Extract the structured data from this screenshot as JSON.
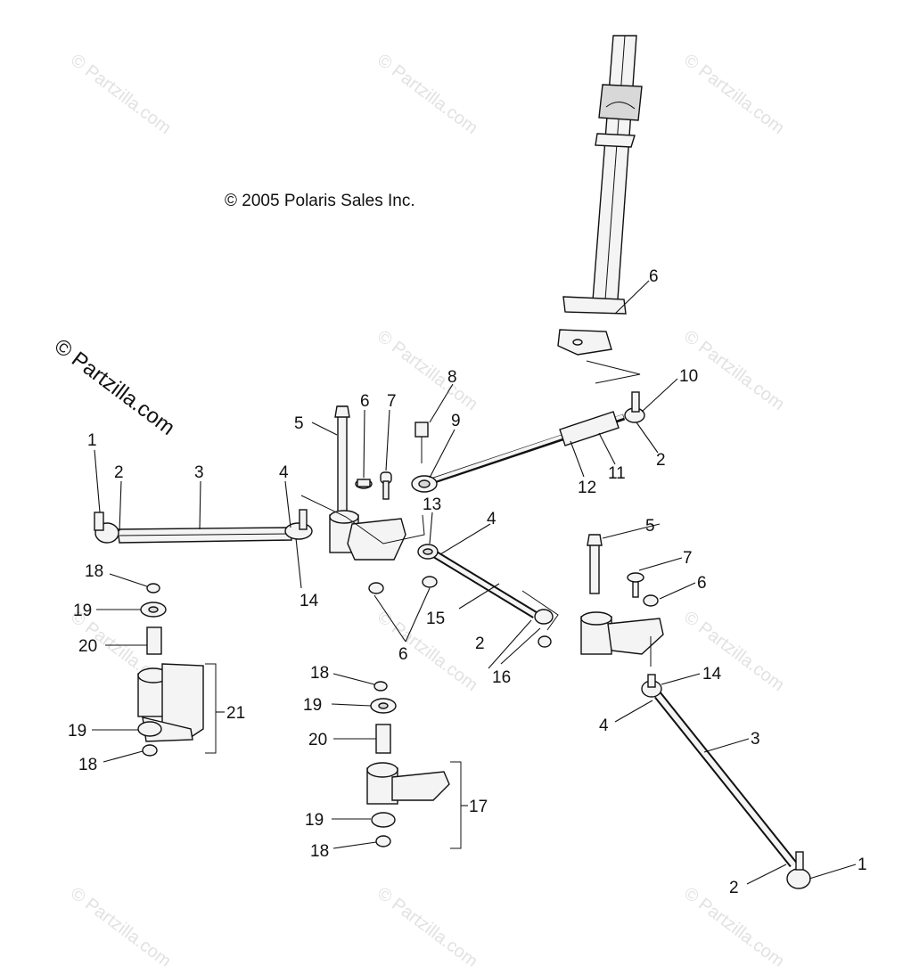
{
  "copyright": "© 2005 Polaris Sales Inc.",
  "logo_text": "© Partzilla.com",
  "watermark_text": "© Partzilla.com",
  "callouts": [
    {
      "id": "c1a",
      "label": "1"
    },
    {
      "id": "c2a",
      "label": "2"
    },
    {
      "id": "c3a",
      "label": "3"
    },
    {
      "id": "c4a",
      "label": "4"
    },
    {
      "id": "c5a",
      "label": "5"
    },
    {
      "id": "c6a",
      "label": "6"
    },
    {
      "id": "c7a",
      "label": "7"
    },
    {
      "id": "c8",
      "label": "8"
    },
    {
      "id": "c9",
      "label": "9"
    },
    {
      "id": "c6top",
      "label": "6"
    },
    {
      "id": "c10",
      "label": "10"
    },
    {
      "id": "c2b",
      "label": "2"
    },
    {
      "id": "c11",
      "label": "11"
    },
    {
      "id": "c12",
      "label": "12"
    },
    {
      "id": "c13",
      "label": "13"
    },
    {
      "id": "c4b",
      "label": "4"
    },
    {
      "id": "c14a",
      "label": "14"
    },
    {
      "id": "c15",
      "label": "15"
    },
    {
      "id": "c2c",
      "label": "2"
    },
    {
      "id": "c16",
      "label": "16"
    },
    {
      "id": "c6b",
      "label": "6"
    },
    {
      "id": "c5b",
      "label": "5"
    },
    {
      "id": "c7b",
      "label": "7"
    },
    {
      "id": "c6c",
      "label": "6"
    },
    {
      "id": "c14b",
      "label": "14"
    },
    {
      "id": "c4c",
      "label": "4"
    },
    {
      "id": "c3b",
      "label": "3"
    },
    {
      "id": "c1b",
      "label": "1"
    },
    {
      "id": "c2d",
      "label": "2"
    },
    {
      "id": "c18a",
      "label": "18"
    },
    {
      "id": "c19a",
      "label": "19"
    },
    {
      "id": "c20a",
      "label": "20"
    },
    {
      "id": "c21",
      "label": "21"
    },
    {
      "id": "c19b",
      "label": "19"
    },
    {
      "id": "c18b",
      "label": "18"
    },
    {
      "id": "c18c",
      "label": "18"
    },
    {
      "id": "c19c",
      "label": "19"
    },
    {
      "id": "c20b",
      "label": "20"
    },
    {
      "id": "c17",
      "label": "17"
    },
    {
      "id": "c19d",
      "label": "19"
    },
    {
      "id": "c18d",
      "label": "18"
    }
  ]
}
